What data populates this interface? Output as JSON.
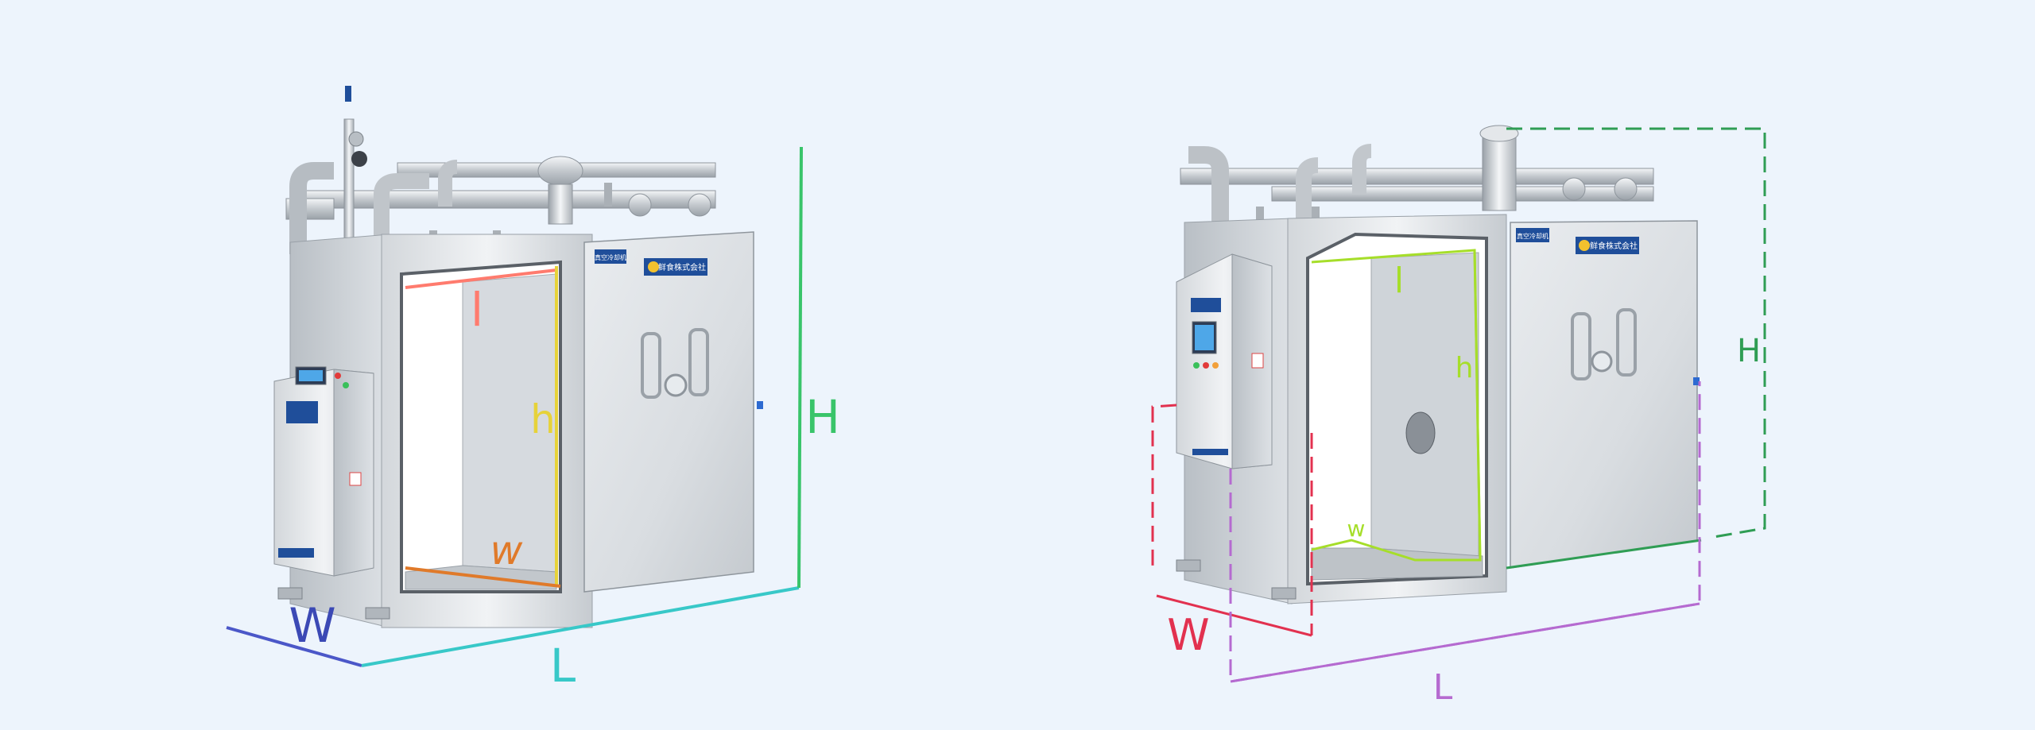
{
  "colors": {
    "background": "#edf4fc",
    "steel_light": "#eef0f2",
    "steel_mid": "#c9ced3",
    "steel_dark": "#8e959c",
    "label_blue": "#1f4e9a",
    "dim_W1": "#4b57c8",
    "dim_L1": "#38c8c8",
    "dim_H1": "#39c46a",
    "dim_l1": "#ff7b6e",
    "dim_h1": "#e6d23a",
    "dim_w1": "#e07a2a",
    "dim_W2": "#e2314f",
    "dim_L2": "#b56ad0",
    "dim_H2": "#2f9d54",
    "dim_inner2": "#a6de2a"
  },
  "machine_left": {
    "nameplate": "真空冷却机",
    "brand": "鲜食株式会社",
    "dimensions": {
      "W": "W",
      "L": "L",
      "H": "H",
      "l": "l",
      "h": "h",
      "w": "w"
    }
  },
  "machine_right": {
    "nameplate": "真空冷却机",
    "brand": "鲜食株式会社",
    "dimensions": {
      "W": "W",
      "L": "L",
      "H": "H",
      "l": "l",
      "h": "h",
      "w": "w"
    }
  },
  "icons": [
    "control-panel-icon",
    "warning-label-icon",
    "brand-logo-icon"
  ]
}
